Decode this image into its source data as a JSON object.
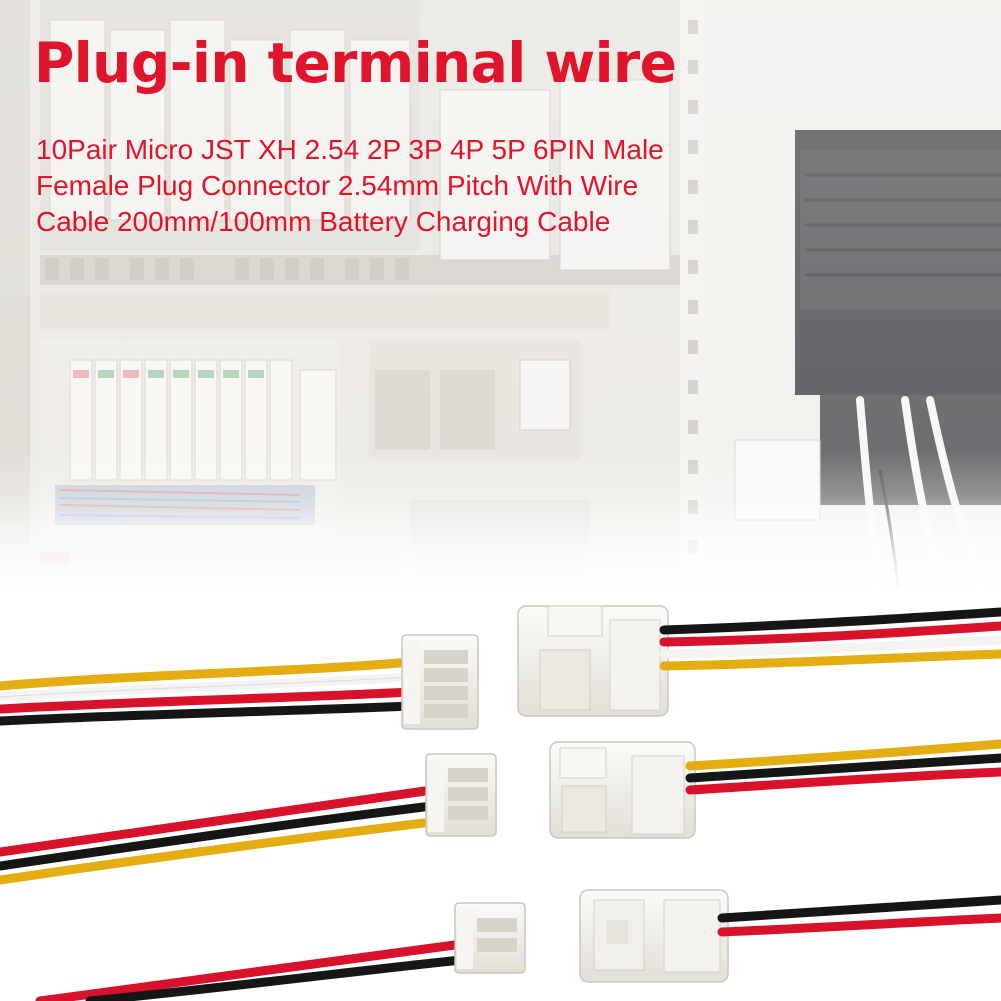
{
  "banner": {
    "headline": "Plug-in terminal wire",
    "subtitle_lines": [
      "10Pair Micro JST XH 2.54 2P 3P 4P 5P 6PIN Male",
      "Female Plug Connector 2.54mm Pitch With Wire",
      "Cable 200mm/100mm Battery Charging Cable"
    ]
  },
  "colors": {
    "headline": "#e0142a",
    "subtitle": "#e0142a",
    "wire_red": "#d8122a",
    "wire_black": "#161616",
    "wire_yellow": "#e4ad12",
    "wire_white": "#f5f5f5",
    "connector": "#f1efea"
  },
  "photo": {
    "background": "electrical-control-cabinet",
    "objects": [
      {
        "name": "connector-pair-4pin",
        "wires": [
          "yellow",
          "white",
          "red",
          "black"
        ]
      },
      {
        "name": "connector-pair-3pin",
        "wires": [
          "red",
          "black",
          "yellow"
        ]
      },
      {
        "name": "connector-pair-2pin",
        "wires": [
          "red",
          "black"
        ]
      }
    ]
  }
}
